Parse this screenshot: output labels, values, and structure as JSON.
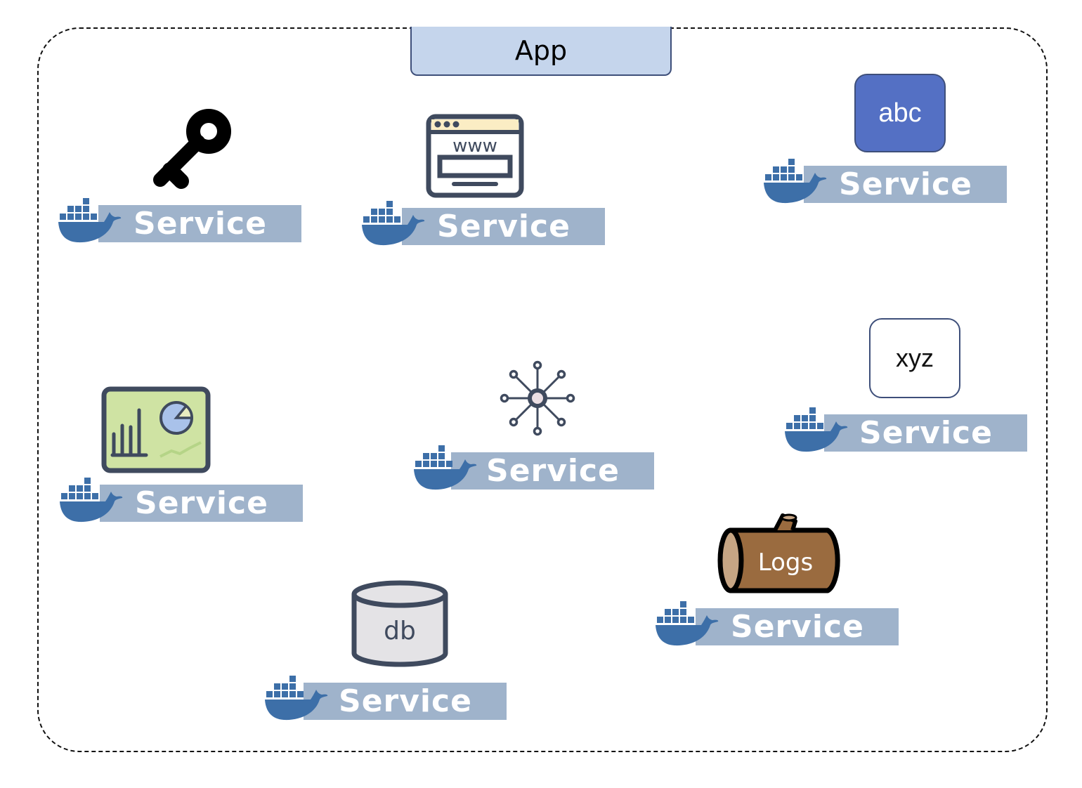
{
  "diagram": {
    "container_label": "App",
    "colors": {
      "service_bar": "#9fb3cb",
      "docker_blue": "#3d6fa8",
      "app_header_fill": "#c5d5ec",
      "app_header_border": "#3e4f7a",
      "abc_fill": "#5470c4",
      "log_brown": "#9a6b3f",
      "dashboard_green": "#cfe3a3",
      "icon_slate": "#3f4a5e"
    },
    "services": [
      {
        "id": "auth",
        "icon": "key-icon",
        "label": "Service"
      },
      {
        "id": "web",
        "icon": "browser-www-icon",
        "label": "Service",
        "icon_text": "www"
      },
      {
        "id": "abc",
        "icon": "abc-box-icon",
        "label": "Service",
        "icon_text": "abc"
      },
      {
        "id": "dashboard",
        "icon": "dashboard-chart-icon",
        "label": "Service"
      },
      {
        "id": "hub",
        "icon": "network-hub-icon",
        "label": "Service"
      },
      {
        "id": "xyz",
        "icon": "xyz-box-icon",
        "label": "Service",
        "icon_text": "xyz"
      },
      {
        "id": "logs",
        "icon": "log-icon",
        "label": "Service",
        "icon_text": "Logs"
      },
      {
        "id": "db",
        "icon": "database-icon",
        "label": "Service",
        "icon_text": "db"
      }
    ]
  }
}
